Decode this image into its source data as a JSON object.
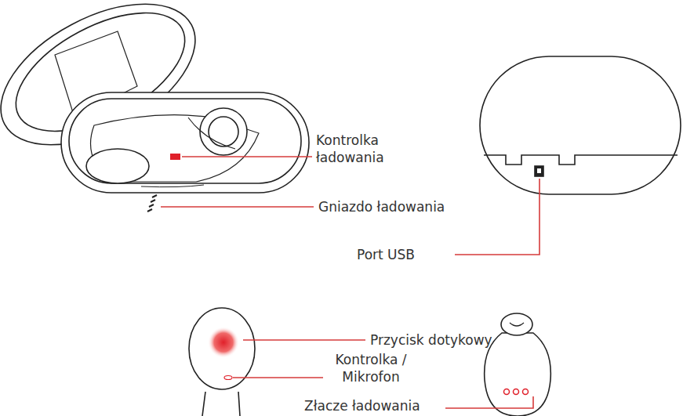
{
  "diagram": {
    "labels": [
      "Kontrolka ładowania",
      "Gniazdo ładowania",
      "Port USB",
      "Przycisk dotykowy",
      "Kontrolka / Mikrofon",
      "Złacze ładowania"
    ]
  }
}
